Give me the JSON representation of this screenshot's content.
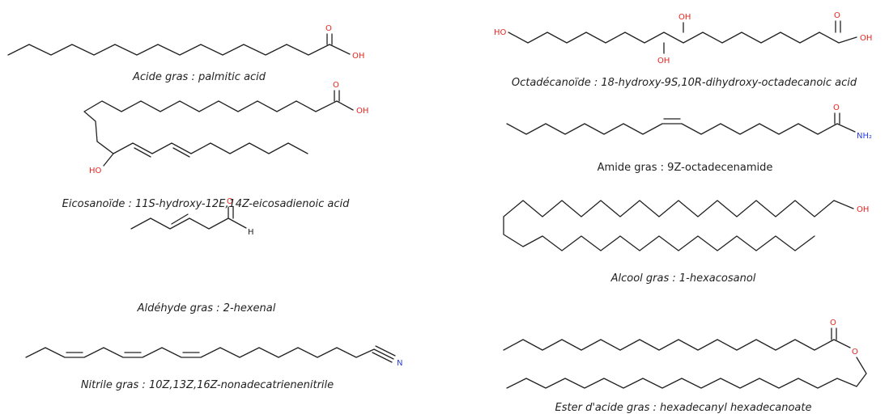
{
  "colors": {
    "bond": "#222222",
    "oxygen": "#e8261f",
    "nitrogen": "#2a3ee0",
    "text": "#222222"
  },
  "molecules": [
    {
      "id": "palmitic",
      "caption": "Acide gras : palmitic acid",
      "labels": {
        "O": "O",
        "OH": "OH"
      }
    },
    {
      "id": "octadecanoide",
      "caption": "Octadécanoïde : 18-hydroxy-9S,10R-dihydroxy-octadecanoic acid",
      "labels": {
        "HO": "HO",
        "OH_top": "OH",
        "OH_bottom": "OH",
        "O": "O",
        "OH": "OH"
      }
    },
    {
      "id": "eicosanoide",
      "caption": "Eicosanoïde : 11S-hydroxy-12E,14Z-eicosadienoic acid",
      "labels": {
        "O": "O",
        "OH": "OH",
        "HO": "HO"
      }
    },
    {
      "id": "amide",
      "caption": "Amide gras : 9Z-octadecenamide",
      "labels": {
        "O": "O",
        "NH2": "NH₂"
      }
    },
    {
      "id": "hexenal",
      "caption": "Aldéhyde gras : 2-hexenal",
      "labels": {
        "O": "O",
        "H": "H"
      }
    },
    {
      "id": "hexacosanol",
      "caption": "Alcool gras : 1-hexacosanol",
      "labels": {
        "OH": "OH"
      }
    },
    {
      "id": "nitrile",
      "caption": "Nitrile gras : 10Z,13Z,16Z-nonadecatrienenitrile",
      "labels": {
        "N": "N"
      }
    },
    {
      "id": "ester",
      "caption": "Ester d'acide gras : hexadecanyl hexadecanoate",
      "labels": {
        "O": "O",
        "O_ester": "O"
      }
    }
  ]
}
